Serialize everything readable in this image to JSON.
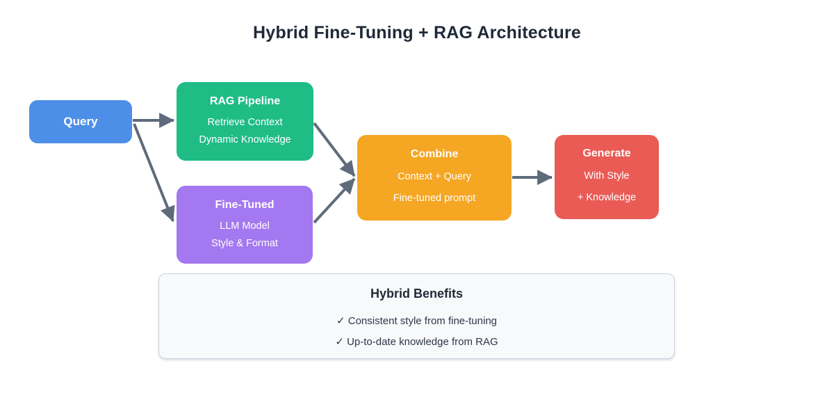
{
  "title": "Hybrid Fine-Tuning + RAG Architecture",
  "nodes": {
    "query": {
      "label": "Query",
      "color": "#4d8fe8"
    },
    "rag": {
      "title": "RAG Pipeline",
      "line1": "Retrieve Context",
      "line2": "Dynamic Knowledge",
      "color": "#1fbc86"
    },
    "finetuned": {
      "title": "Fine-Tuned",
      "line1": "LLM Model",
      "line2": "Style & Format",
      "color": "#a478f0"
    },
    "combine": {
      "title": "Combine",
      "line1": "Context + Query",
      "line2": "Fine-tuned prompt",
      "color": "#f5a623"
    },
    "generate": {
      "title": "Generate",
      "line1": "With Style",
      "line2": "+ Knowledge",
      "color": "#ea5b55"
    }
  },
  "benefits": {
    "title": "Hybrid Benefits",
    "items": [
      "✓ Consistent style from fine-tuning",
      "✓ Up-to-date knowledge from RAG"
    ]
  },
  "colors": {
    "arrow": "#5f6b7b",
    "title_text": "#1f2937",
    "benefits_bg": "#f8f9fb",
    "benefits_border": "#cbd0db",
    "node_text": "#ffffff"
  }
}
